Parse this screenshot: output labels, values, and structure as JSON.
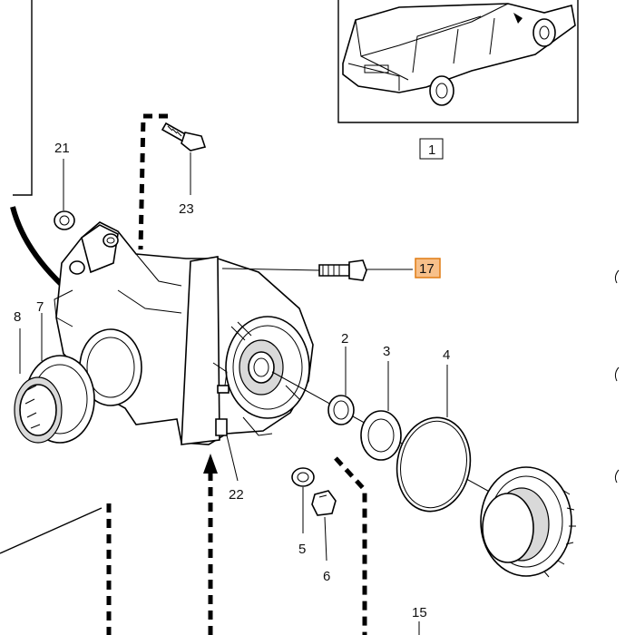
{
  "callouts": {
    "c1": "1",
    "c2": "2",
    "c3": "3",
    "c4": "4",
    "c5": "5",
    "c6": "6",
    "c7": "7",
    "c8": "8",
    "c15": "15",
    "c17": "17",
    "c21": "21",
    "c22": "22",
    "c23": "23"
  },
  "colors": {
    "highlight_fill": "#f7c08a",
    "highlight_border": "#e07b12",
    "line": "#000000",
    "shade": "#d9d9d9"
  }
}
